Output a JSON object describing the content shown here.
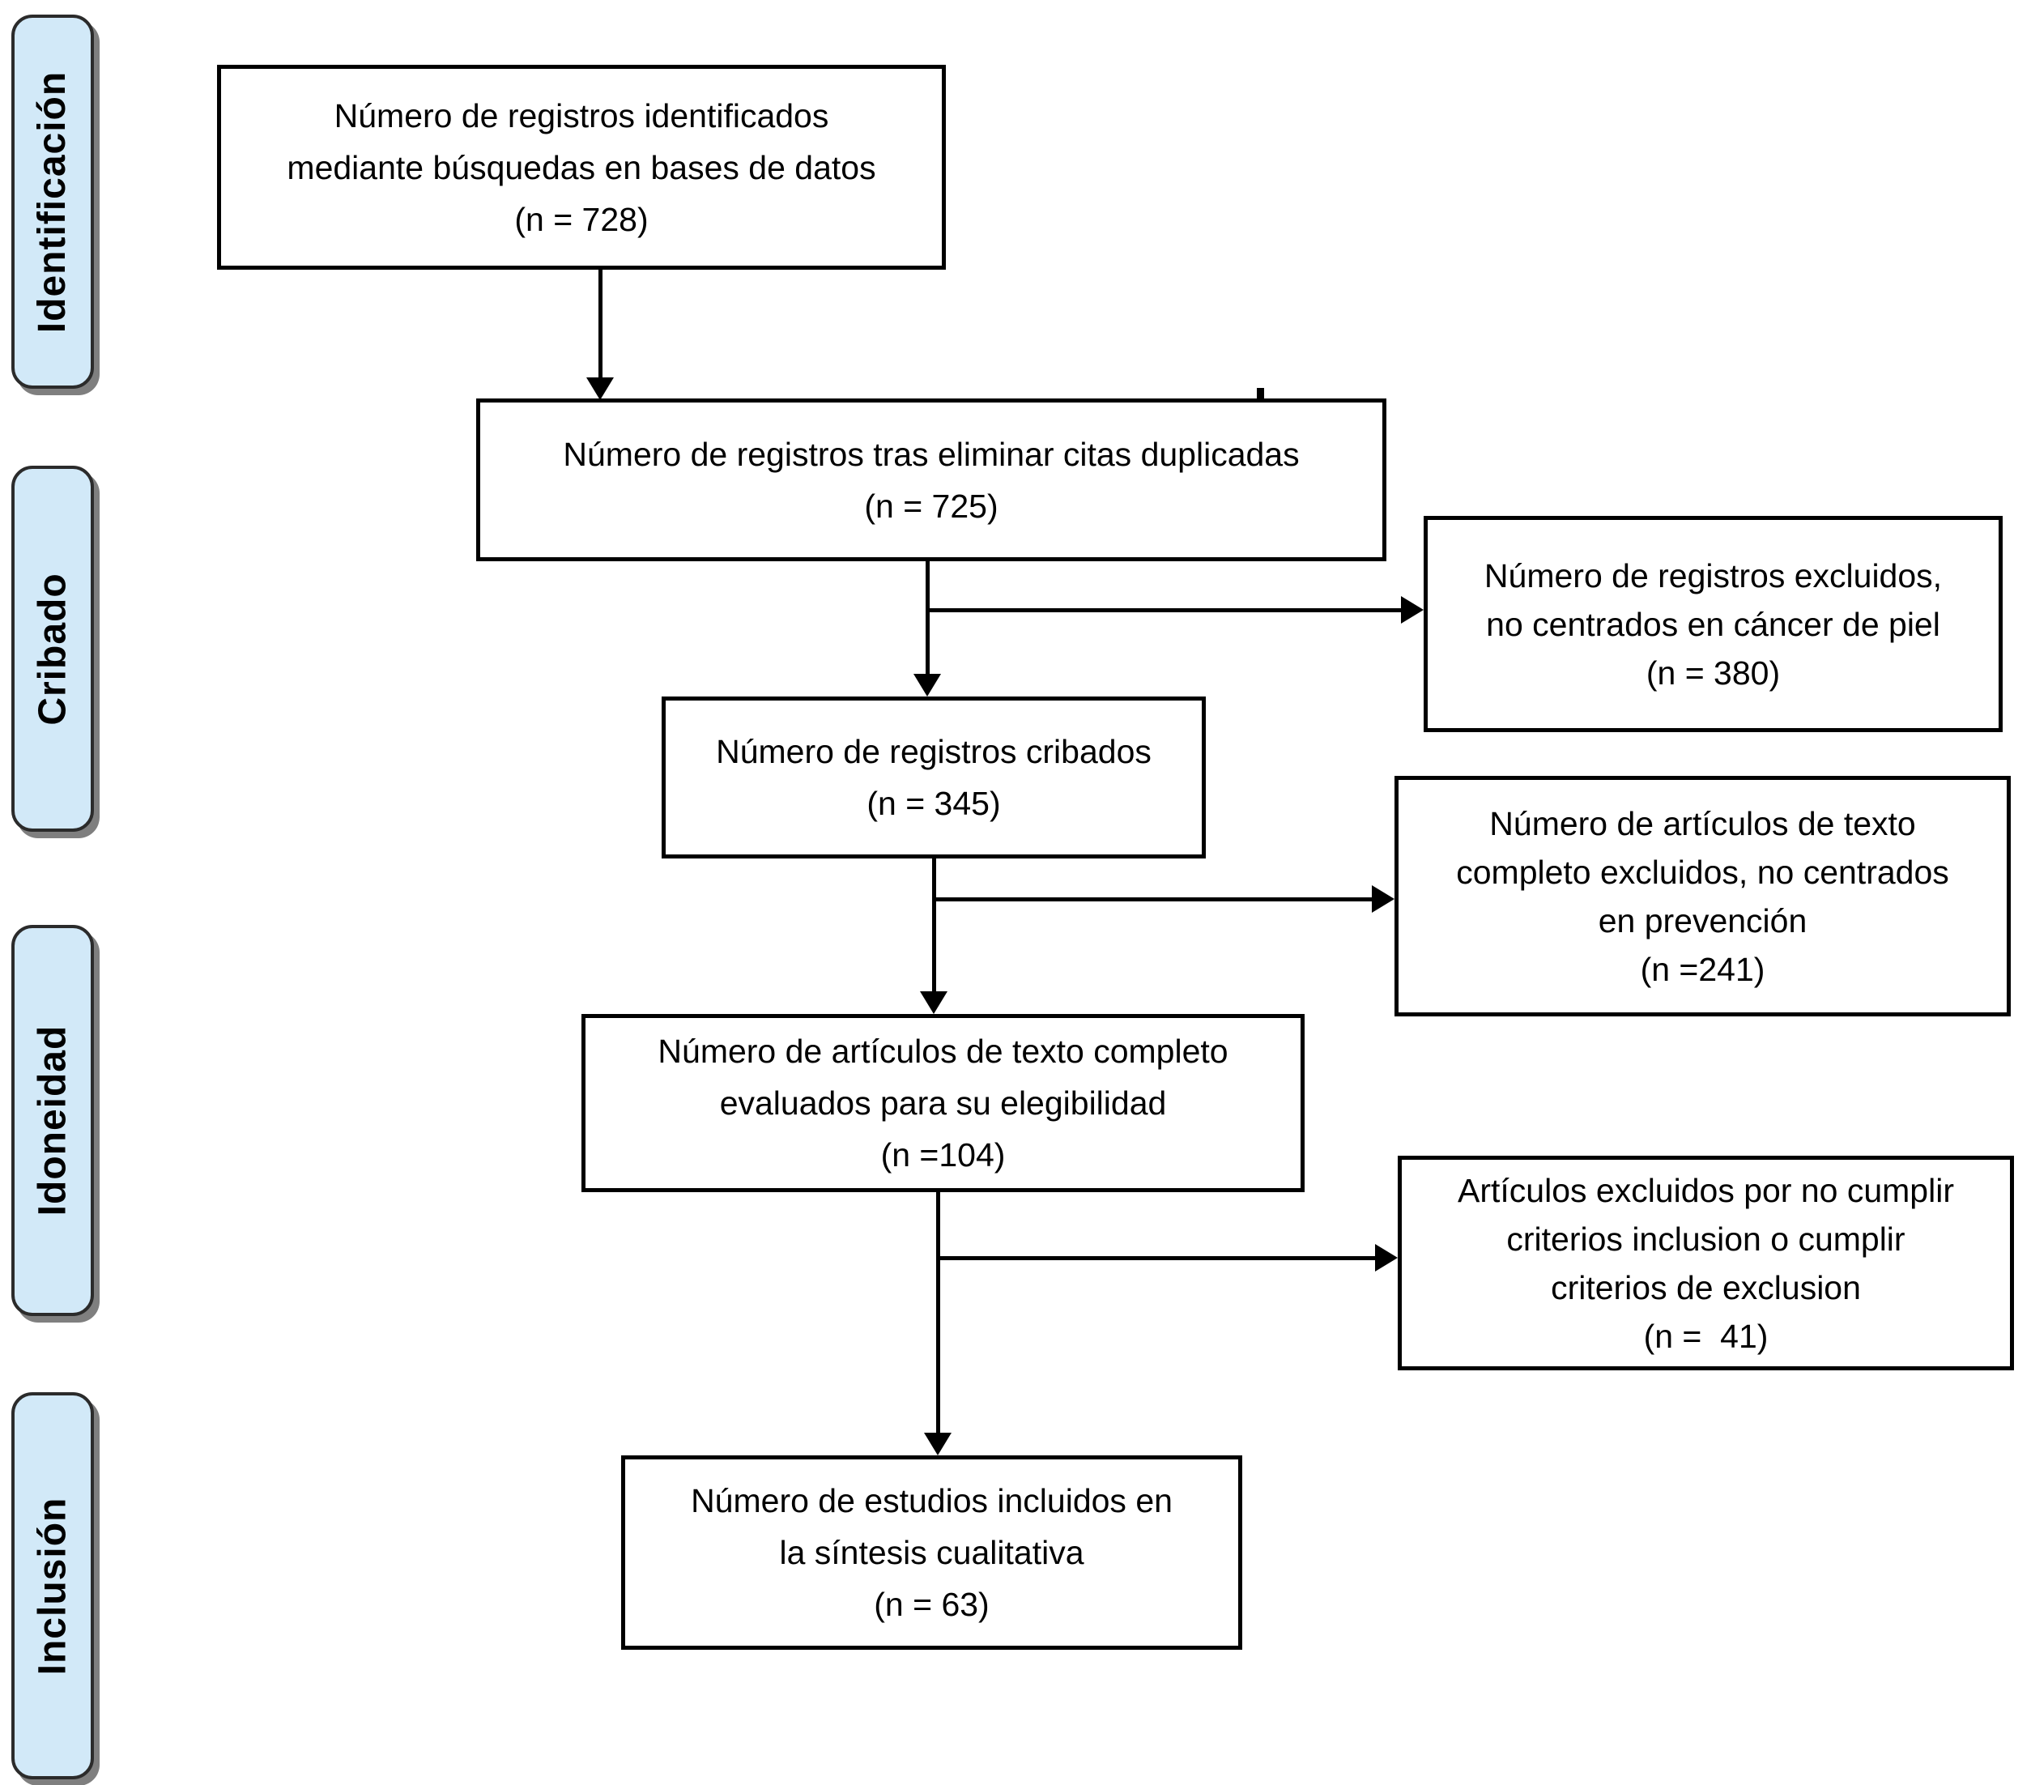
{
  "colors": {
    "stage_fill": "#d2e9f8",
    "stage_border": "#2b2b2b",
    "stage_shadow": "#7f7f7f",
    "box_border": "#000000",
    "line_color": "#000000",
    "background": "#ffffff"
  },
  "stages": [
    {
      "label": "Identificación"
    },
    {
      "label": "Cribado"
    },
    {
      "label": "Idoneidad"
    },
    {
      "label": "Inclusión"
    }
  ],
  "flow": [
    {
      "key": "records-identified",
      "lines": [
        "Número de registros identificados",
        "mediante búsquedas en bases de datos",
        "(n = 728)"
      ],
      "n": 728
    },
    {
      "key": "records-deduplicated",
      "lines": [
        "Número de registros tras eliminar citas duplicadas",
        "(n = 725)"
      ],
      "n": 725
    },
    {
      "key": "records-screened",
      "lines": [
        "Número de registros cribados",
        "(n = 345)"
      ],
      "n": 345
    },
    {
      "key": "fulltext-assessed",
      "lines": [
        "Número de artículos de texto completo",
        "evaluados para su elegibilidad",
        "(n =104)"
      ],
      "n": 104
    },
    {
      "key": "studies-included",
      "lines": [
        "Número de estudios incluidos en",
        "la síntesis cualitativa",
        "(n = 63)"
      ],
      "n": 63
    }
  ],
  "exclusions": [
    {
      "key": "records-excluded",
      "lines": [
        "Número de registros excluidos,",
        "no centrados en cáncer de piel",
        "(n = 380)"
      ],
      "n": 380
    },
    {
      "key": "fulltext-excluded",
      "lines": [
        "Número de artículos de texto",
        "completo excluidos, no centrados",
        "en prevención",
        "(n =241)"
      ],
      "n": 241
    },
    {
      "key": "criteria-excluded",
      "lines": [
        "Artículos excluidos por no cumplir",
        "criterios inclusion o cumplir",
        "criterios de exclusion",
        "(n =  41)"
      ],
      "n": 41
    }
  ]
}
